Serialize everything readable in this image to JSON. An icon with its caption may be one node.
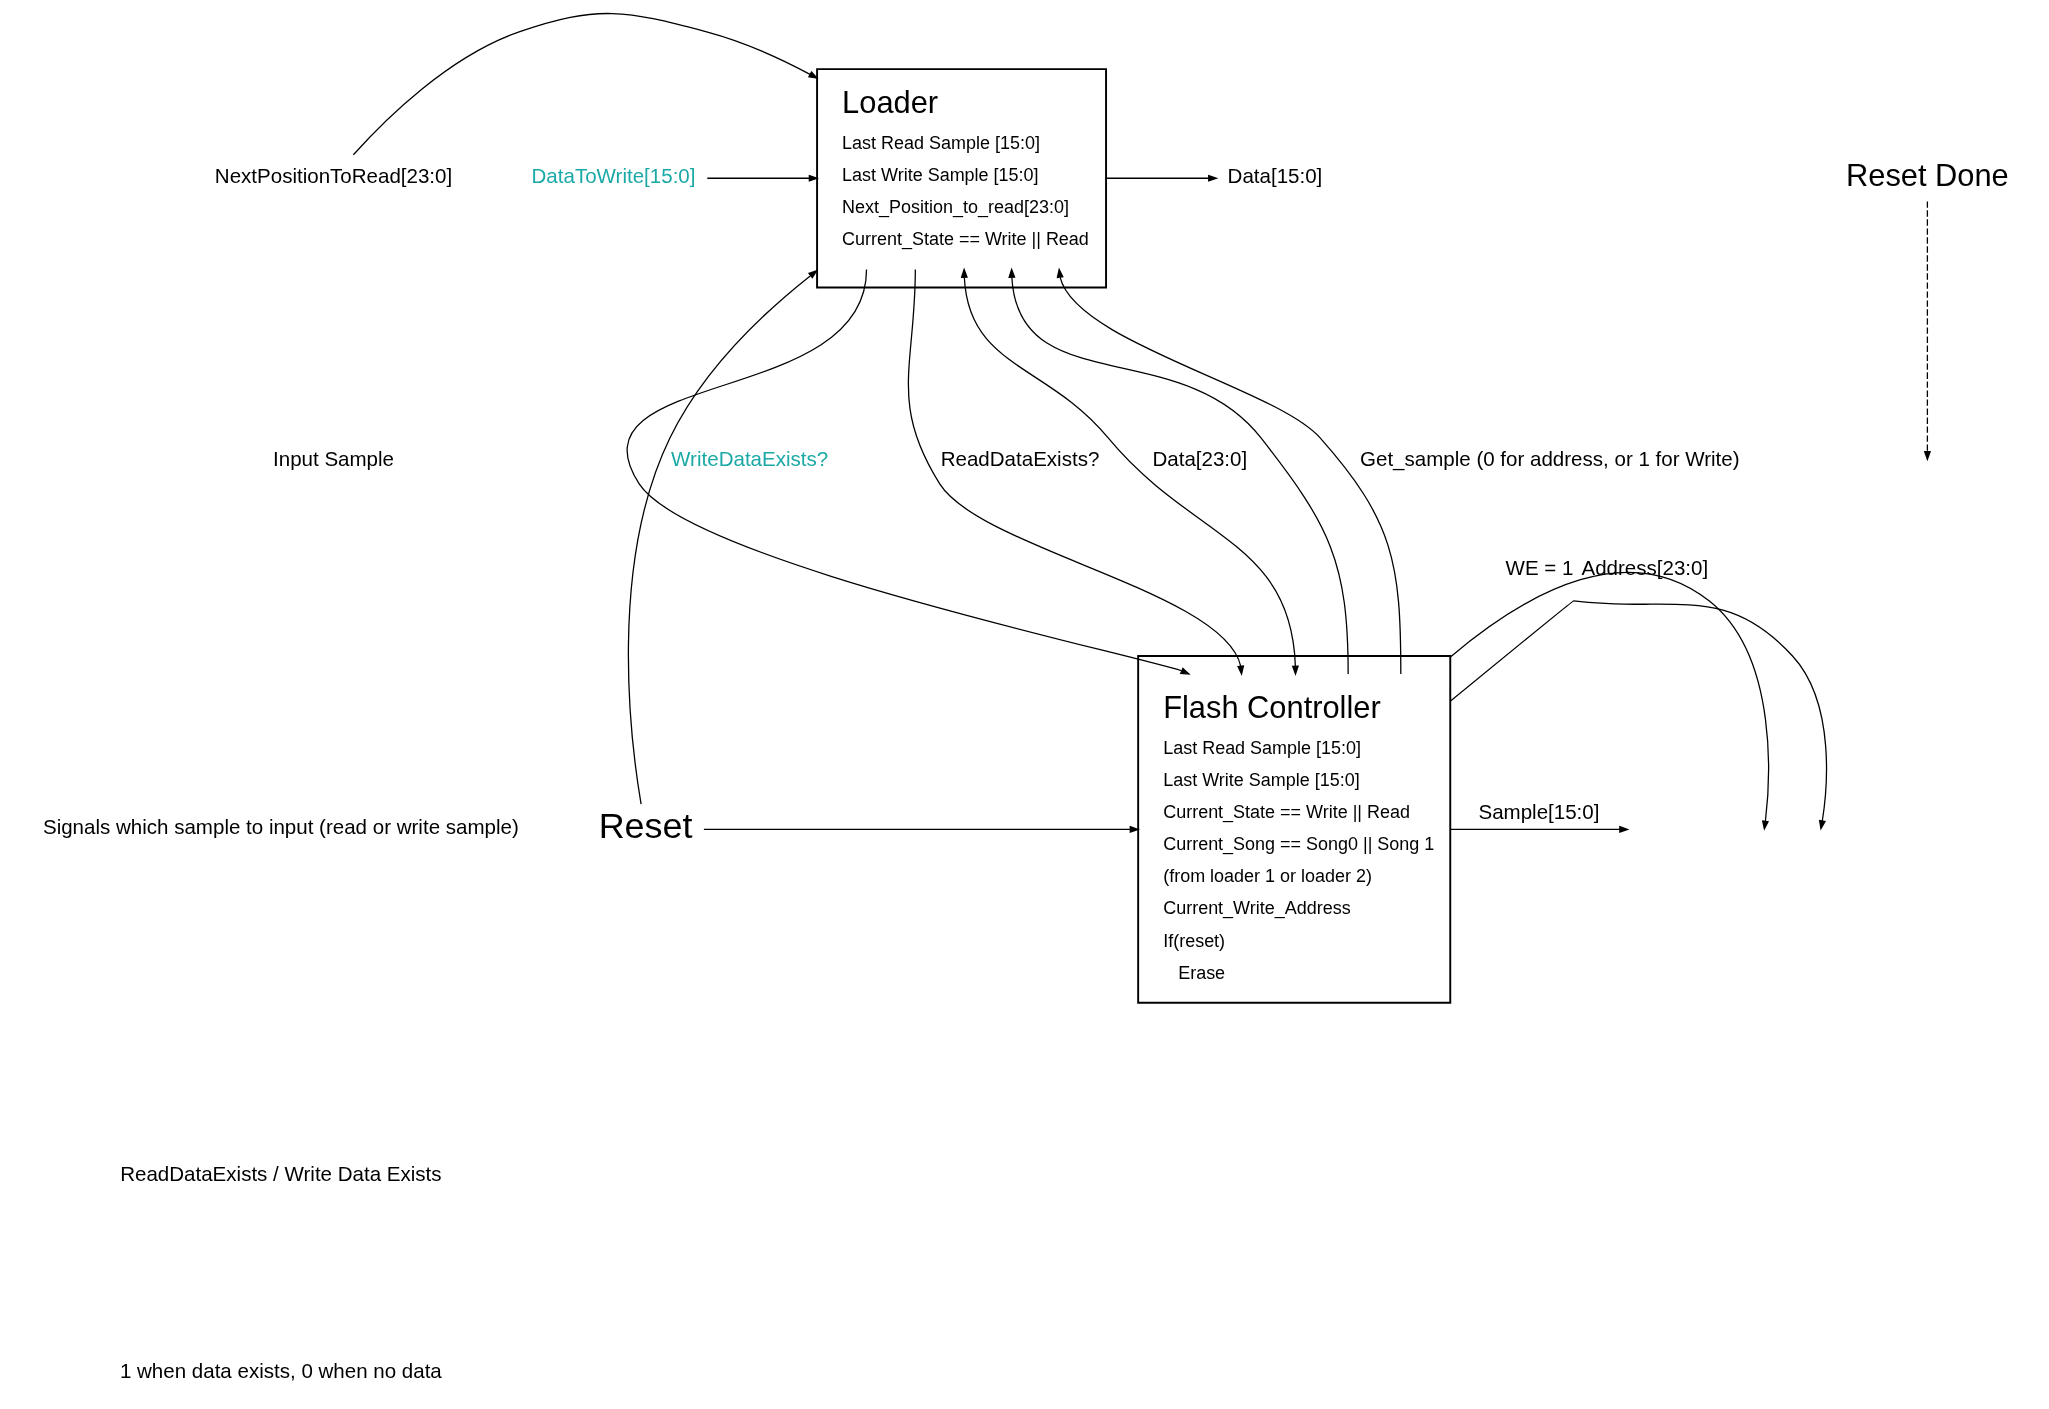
{
  "diagram": {
    "nodes": [
      {
        "text": [
          "Loader",
          "Last Read Sample [15:0]",
          "Last Write Sample [15:0]",
          "Next_Position_to_read[23:0]",
          "Current_State == Write || Read"
        ]
      },
      {
        "text": [
          "DataToWrite[15:0]"
        ]
      },
      {
        "text": [
          "NextPositionToRead[23:0]"
        ]
      },
      {
        "text": [
          "Data[15:0]"
        ]
      },
      {
        "text": [
          "Flash Controller",
          "Last Read Sample [15:0]",
          "Last Write Sample [15:0]",
          "Current_State == Write || Read",
          "Current_Song == Song0 || Song 1",
          "(from loader 1 or loader 2)",
          "Current_Write_Address",
          "If(reset)",
          "Erase"
        ]
      },
      {
        "text": [
          "Reset"
        ]
      },
      {
        "text": [
          "Reset Done"
        ]
      }
    ],
    "edges": [
      {
        "from": 1,
        "to": 0,
        "arrow": "to"
      },
      {
        "from": 2,
        "to": 0,
        "arrow": "to"
      },
      {
        "from": 0,
        "to": 3,
        "arrow": "to"
      },
      {
        "from": 5,
        "to": 0,
        "arrow": "to",
        "label": "WriteDataExists?"
      },
      {
        "from": 0,
        "to": 4,
        "arrow": "to"
      },
      {
        "from": 0,
        "to": 4,
        "arrow": "to",
        "label": "ReadDataExists?"
      },
      {
        "from": 4,
        "to": 0,
        "arrow": "both",
        "label": "Data[23:0]"
      },
      {
        "from": 4,
        "to": 0,
        "arrow": "to"
      },
      {
        "from": 4,
        "to": 0,
        "arrow": "to",
        "label": "Get_sample (0 for address, or 1 for Write)"
      },
      {
        "from": 6,
        "to": null,
        "arrow": "to",
        "style": "dashed"
      },
      {
        "from": 5,
        "to": 4,
        "arrow": "to"
      },
      {
        "from": 4,
        "to": null,
        "arrow": "to",
        "label": "WE = 1"
      },
      {
        "from": 4,
        "to": null,
        "arrow": "to",
        "label": "Address[23:0]"
      },
      {
        "from": 4,
        "to": null,
        "arrow": "to",
        "label": "Sample[15:0]"
      }
    ],
    "labels": [
      "Input Sample",
      "Signals which sample to input (read or write sample)",
      "ReadDataExists / Write Data Exists",
      "1 when data exists, 0 when no data"
    ]
  }
}
